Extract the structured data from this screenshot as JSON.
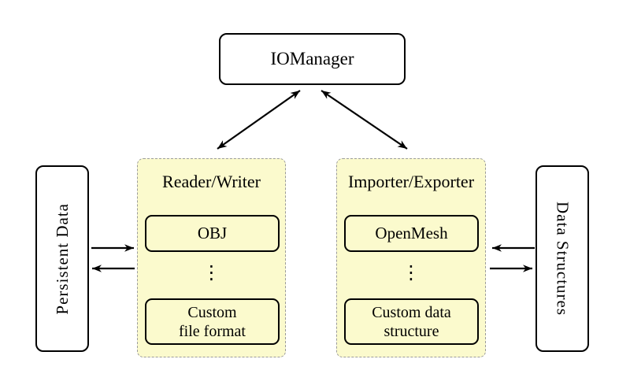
{
  "colors": {
    "background": "#ffffff",
    "node_fill": "#ffffff",
    "node_border": "#000000",
    "group_fill": "#fbfacd",
    "group_border": "#9b9b9b",
    "text": "#000000",
    "arrow": "#000000"
  },
  "nodes": {
    "iomanager": {
      "label": "IOManager"
    },
    "persistent_data": {
      "label": "Persistent Data"
    },
    "data_structures": {
      "label": "Data Structures"
    }
  },
  "groups": {
    "reader_writer": {
      "title": "Reader/Writer",
      "top_item": "OBJ",
      "ellipsis": "⋮",
      "bottom_item_line1": "Custom",
      "bottom_item_line2": "file format"
    },
    "importer_exporter": {
      "title": "Importer/Exporter",
      "top_item": "OpenMesh",
      "ellipsis": "⋮",
      "bottom_item_line1": "Custom data",
      "bottom_item_line2": "structure"
    }
  },
  "connections": [
    {
      "from": "IOManager",
      "to": "Reader/Writer",
      "bidirectional": true
    },
    {
      "from": "IOManager",
      "to": "Importer/Exporter",
      "bidirectional": true
    },
    {
      "from": "Persistent Data",
      "to": "Reader/Writer",
      "bidirectional": false
    },
    {
      "from": "Reader/Writer",
      "to": "Persistent Data",
      "bidirectional": false
    },
    {
      "from": "Data Structures",
      "to": "Importer/Exporter",
      "bidirectional": false
    },
    {
      "from": "Importer/Exporter",
      "to": "Data Structures",
      "bidirectional": false
    }
  ]
}
